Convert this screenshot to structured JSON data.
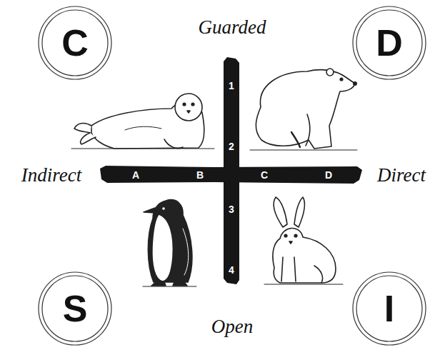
{
  "diagram": {
    "nodes": [
      {
        "text": [
          "C"
        ]
      },
      {
        "text": [
          "D"
        ]
      },
      {
        "text": [
          "S"
        ]
      },
      {
        "text": [
          "I"
        ]
      }
    ],
    "labels": [
      "Guarded",
      "1",
      "2",
      "Indirect",
      "A",
      "B",
      "C",
      "D",
      "Direct",
      "3",
      "4",
      "Open"
    ]
  }
}
